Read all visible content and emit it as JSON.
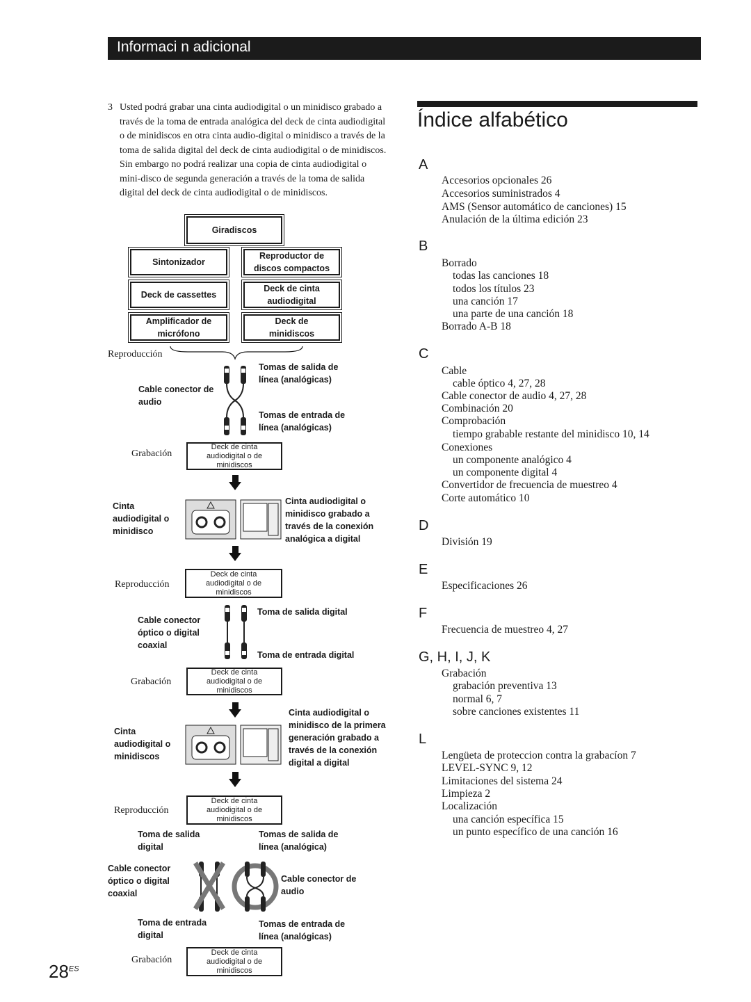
{
  "header": {
    "title": "Informaci n adicional"
  },
  "note": {
    "number": "3",
    "text": "Usted podrá grabar una cinta audiodigital o un minidisco grabado a través de la toma de entrada analógica del deck de cinta audiodigital o de minidiscos en otra cinta audio-digital o minidisco a través de la toma de salida digital del deck de cinta audiodigital o de minidiscos.  Sin embargo no podrá realizar una copia de cinta audiodigital o mini-disco de segunda generación a través de la toma de salida digital del deck de cinta audiodigital o de minidiscos."
  },
  "diagram": {
    "giradiscos": "Giradiscos",
    "sintonizador": "Sintonizador",
    "reproductor_cd": "Reproductor de discos compactos",
    "deck_cassettes": "Deck de cassettes",
    "deck_cinta_audiodigital": "Deck de cinta audiodigital",
    "amplificador_microfono": "Amplificador de micrófono",
    "deck_minidiscos": "Deck de minidiscos",
    "reproduccion": "Reproducción",
    "grabacion": "Grabación",
    "tomas_salida_linea": "Tomas de salida de línea (analógicas)",
    "tomas_entrada_linea": "Tomas de entrada de línea (analógicas)",
    "cable_conector_audio": "Cable conector de audio",
    "deck_cinta_md": "Deck de cinta audiodigital o de minidiscos",
    "cinta_audiodigital_o_minidisco": "Cinta audiodigital o minidisco",
    "cinta_grabado_analogica": "Cinta audiodigital o minidisco grabado a través de la conexión analógica a digital",
    "cable_optico_coaxial": "Cable conector óptico o digital coaxial",
    "toma_salida_digital": "Toma de salida digital",
    "toma_entrada_digital": "Toma de entrada digital",
    "cinta_audiodigital_o_minidiscos": "Cinta audiodigital o minidiscos",
    "cinta_primera_generacion": "Cinta audiodigital o minidisco de la primera generación grabado a través de la conexión digital a digital",
    "toma_de_salida_digital_2": "Toma de salida digital",
    "tomas_salida_linea_2": "Tomas de salida de línea (analógica)",
    "cable_optico_o_digital_coaxial": "Cable conector óptico o digital coaxial",
    "cable_conector_audio_2": "Cable conector de audio",
    "toma_entrada_digital_2": "Toma de entrada digital",
    "tomas_entrada_linea_2": "Tomas de entrada de línea (analógicas)"
  },
  "index": {
    "title": "Índice alfabético",
    "sections": [
      {
        "letter": "A",
        "entries": [
          "Accesorios opcionales  26",
          "Accesorios suministrados  4",
          "AMS (Sensor automático de canciones)  15",
          "Anulación de la última edición  23"
        ]
      },
      {
        "letter": "B",
        "entries": [
          "Borrado",
          "todas las canciones  18",
          "todos los títulos  23",
          "una canción  17",
          "una parte de una canción  18",
          "Borrado A-B  18"
        ]
      },
      {
        "letter": "C",
        "entries": [
          "Cable",
          "cable óptico  4, 27, 28",
          "Cable conector de audio  4,  27, 28",
          "Combinación  20",
          "Comprobación",
          "tiempo grabable restante del minidisco  10, 14",
          "Conexiones",
          "un componente analógico  4",
          "un componente digital  4",
          "Convertidor de frecuencia de muestreo  4",
          "Corte automático  10"
        ]
      },
      {
        "letter": "D",
        "entries": [
          "División  19"
        ]
      },
      {
        "letter": "E",
        "entries": [
          "Especificaciones  26"
        ]
      },
      {
        "letter": "F",
        "entries": [
          "Frecuencia de muestreo  4, 27"
        ]
      },
      {
        "letter": "G, H, I, J, K",
        "entries": [
          "Grabación",
          "grabación preventiva  13",
          "normal  6, 7",
          "sobre canciones existentes  11"
        ]
      },
      {
        "letter": "L",
        "entries": [
          "Lengüeta de proteccion contra la grabacíon  7",
          "LEVEL-SYNC  9, 12",
          "Limitaciones del sistema  24",
          "Limpieza  2",
          "Localización",
          "una canción específica  15",
          "un punto específico de una canción  16"
        ]
      }
    ]
  },
  "page": {
    "number": "28",
    "suffix": "ES"
  }
}
